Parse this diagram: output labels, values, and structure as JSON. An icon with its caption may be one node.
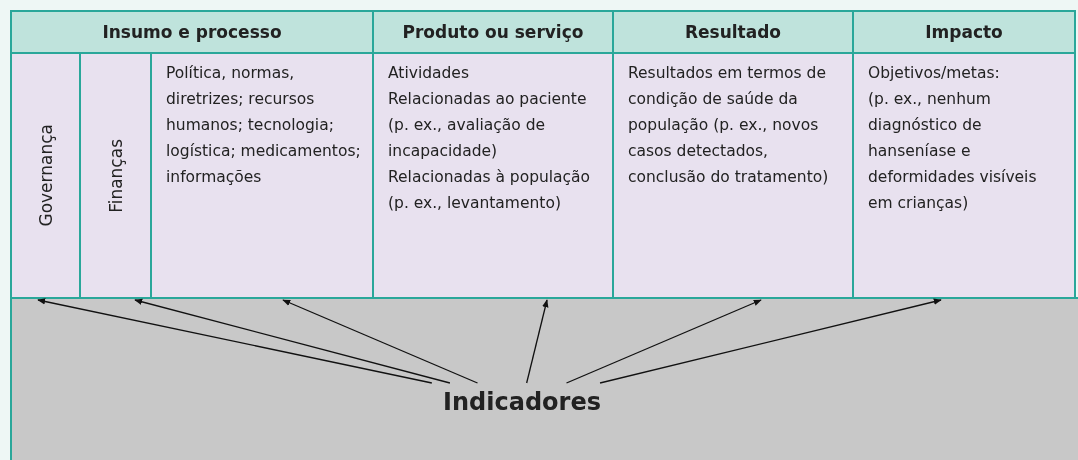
{
  "diagram": {
    "nodes": [
      {
        "text": [
          "Insumo e processo"
        ]
      },
      {
        "text": [
          "Produto ou serviço"
        ]
      },
      {
        "text": [
          "Resultado"
        ]
      },
      {
        "text": [
          "Impacto"
        ]
      },
      {
        "text": [
          "Governança"
        ]
      },
      {
        "text": [
          "Finanças"
        ]
      },
      {
        "text": [
          "Política, normas, diretrizes; recursos humanos; tecnologia; logística; medicamentos; informações"
        ]
      },
      {
        "text": [
          "Atividades",
          "Relacionadas ao paciente (p. ex., avaliação de incapacidade)",
          "Relacionadas à população (p. ex., levantamento)"
        ]
      },
      {
        "text": [
          "Resultados em termos de condição de saúde da população (p. ex., novos casos detectados, conclusão do tratamento)"
        ]
      },
      {
        "text": [
          "Objetivos/metas:",
          "(p. ex., nenhum diagnóstico de hanseníase e deformidades visíveis em crianças)"
        ]
      },
      {
        "text": [
          "Indicadores"
        ]
      }
    ],
    "edges": [
      {
        "from": 10,
        "to": 4,
        "arrow": "to"
      },
      {
        "from": 10,
        "to": 5,
        "arrow": "to"
      },
      {
        "from": 10,
        "to": 6,
        "arrow": "to"
      },
      {
        "from": 10,
        "to": 7,
        "arrow": "to"
      },
      {
        "from": 10,
        "to": 8,
        "arrow": "to"
      },
      {
        "from": 10,
        "to": 9,
        "arrow": "to"
      }
    ]
  }
}
